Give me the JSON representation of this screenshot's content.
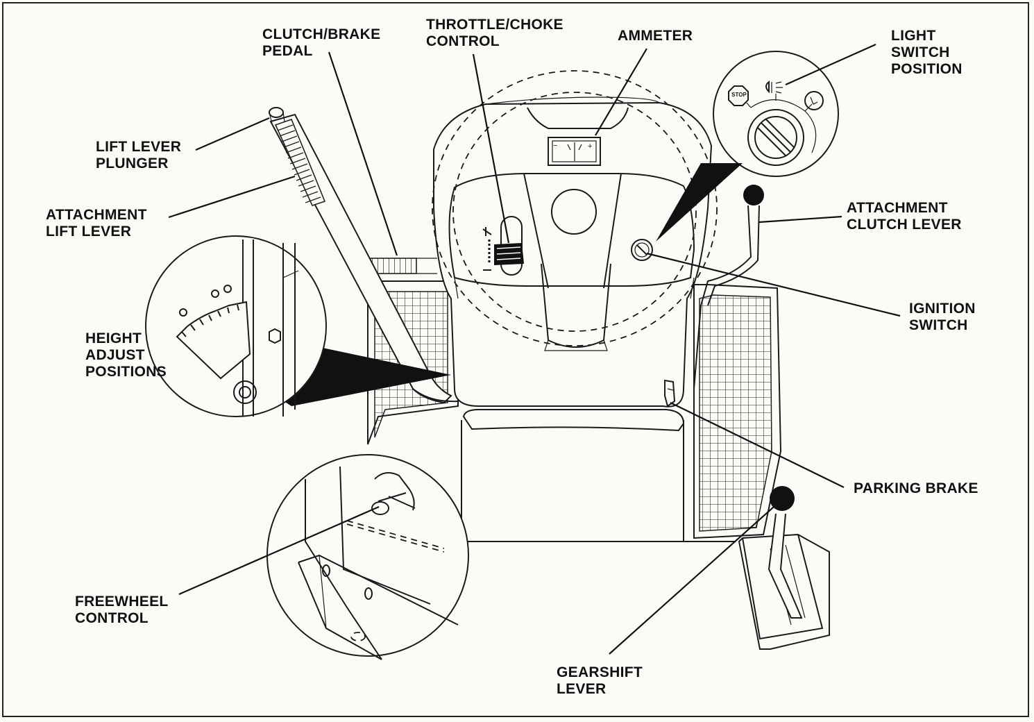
{
  "labels": {
    "clutch_brake_pedal": [
      "CLUTCH/BRAKE",
      "PEDAL"
    ],
    "throttle_choke_control": [
      "THROTTLE/CHOKE",
      "CONTROL"
    ],
    "ammeter": [
      "AMMETER"
    ],
    "light_switch_position": [
      "LIGHT",
      "SWITCH",
      "POSITION"
    ],
    "lift_lever_plunger": [
      "LIFT LEVER",
      "PLUNGER"
    ],
    "attachment_lift_lever": [
      "ATTACHMENT",
      "LIFT LEVER"
    ],
    "attachment_clutch_lever": [
      "ATTACHMENT",
      "CLUTCH LEVER"
    ],
    "height_adjust_positions": [
      "HEIGHT",
      "ADJUST",
      "POSITIONS"
    ],
    "ignition_switch": [
      "IGNITION",
      "SWITCH"
    ],
    "parking_brake": [
      "PARKING BRAKE"
    ],
    "freewheel_control": [
      "FREEWHEEL",
      "CONTROL"
    ],
    "gearshift_lever": [
      "GEARSHIFT",
      "LEVER"
    ]
  },
  "icons": {
    "stop": "STOP",
    "ammeter_minus": "−",
    "ammeter_plus": "+"
  }
}
